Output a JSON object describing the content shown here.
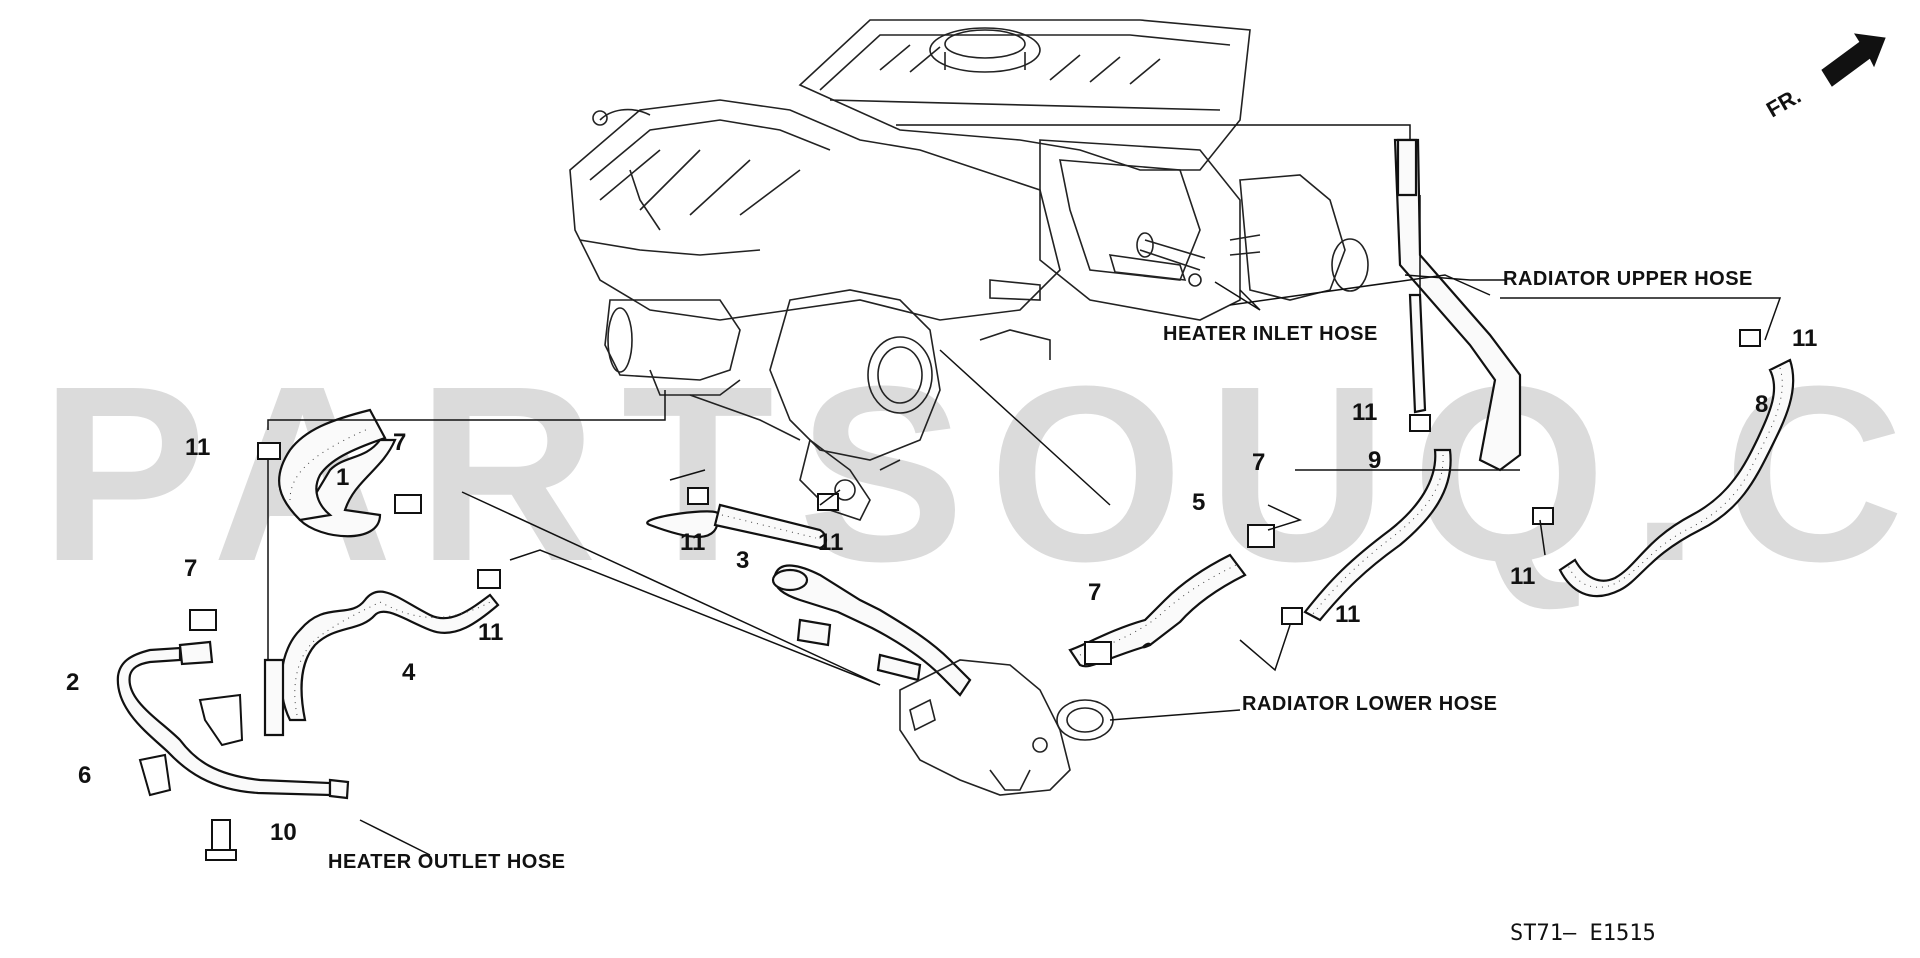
{
  "watermark": "PARTSOUQ.COM",
  "direction_indicator": "FR.",
  "diagram_code": "ST71— E1515",
  "callouts": {
    "radiator_upper_hose": "RADIATOR UPPER HOSE",
    "heater_inlet_hose": "HEATER INLET HOSE",
    "radiator_lower_hose": "RADIATOR LOWER HOSE",
    "heater_outlet_hose": "HEATER OUTLET HOSE"
  },
  "part_numbers": [
    {
      "id": "p1",
      "label": "1"
    },
    {
      "id": "p2",
      "label": "2"
    },
    {
      "id": "p3",
      "label": "3"
    },
    {
      "id": "p4",
      "label": "4"
    },
    {
      "id": "p5",
      "label": "5"
    },
    {
      "id": "p6",
      "label": "6"
    },
    {
      "id": "p7a",
      "label": "7"
    },
    {
      "id": "p7b",
      "label": "7"
    },
    {
      "id": "p7c",
      "label": "7"
    },
    {
      "id": "p7d",
      "label": "7"
    },
    {
      "id": "p8",
      "label": "8"
    },
    {
      "id": "p9",
      "label": "9"
    },
    {
      "id": "p10",
      "label": "10"
    },
    {
      "id": "p11a",
      "label": "11"
    },
    {
      "id": "p11b",
      "label": "11"
    },
    {
      "id": "p11c",
      "label": "11"
    },
    {
      "id": "p11d",
      "label": "11"
    },
    {
      "id": "p11e",
      "label": "11"
    },
    {
      "id": "p11f",
      "label": "11"
    },
    {
      "id": "p11g",
      "label": "11"
    },
    {
      "id": "p11h",
      "label": "11"
    }
  ]
}
